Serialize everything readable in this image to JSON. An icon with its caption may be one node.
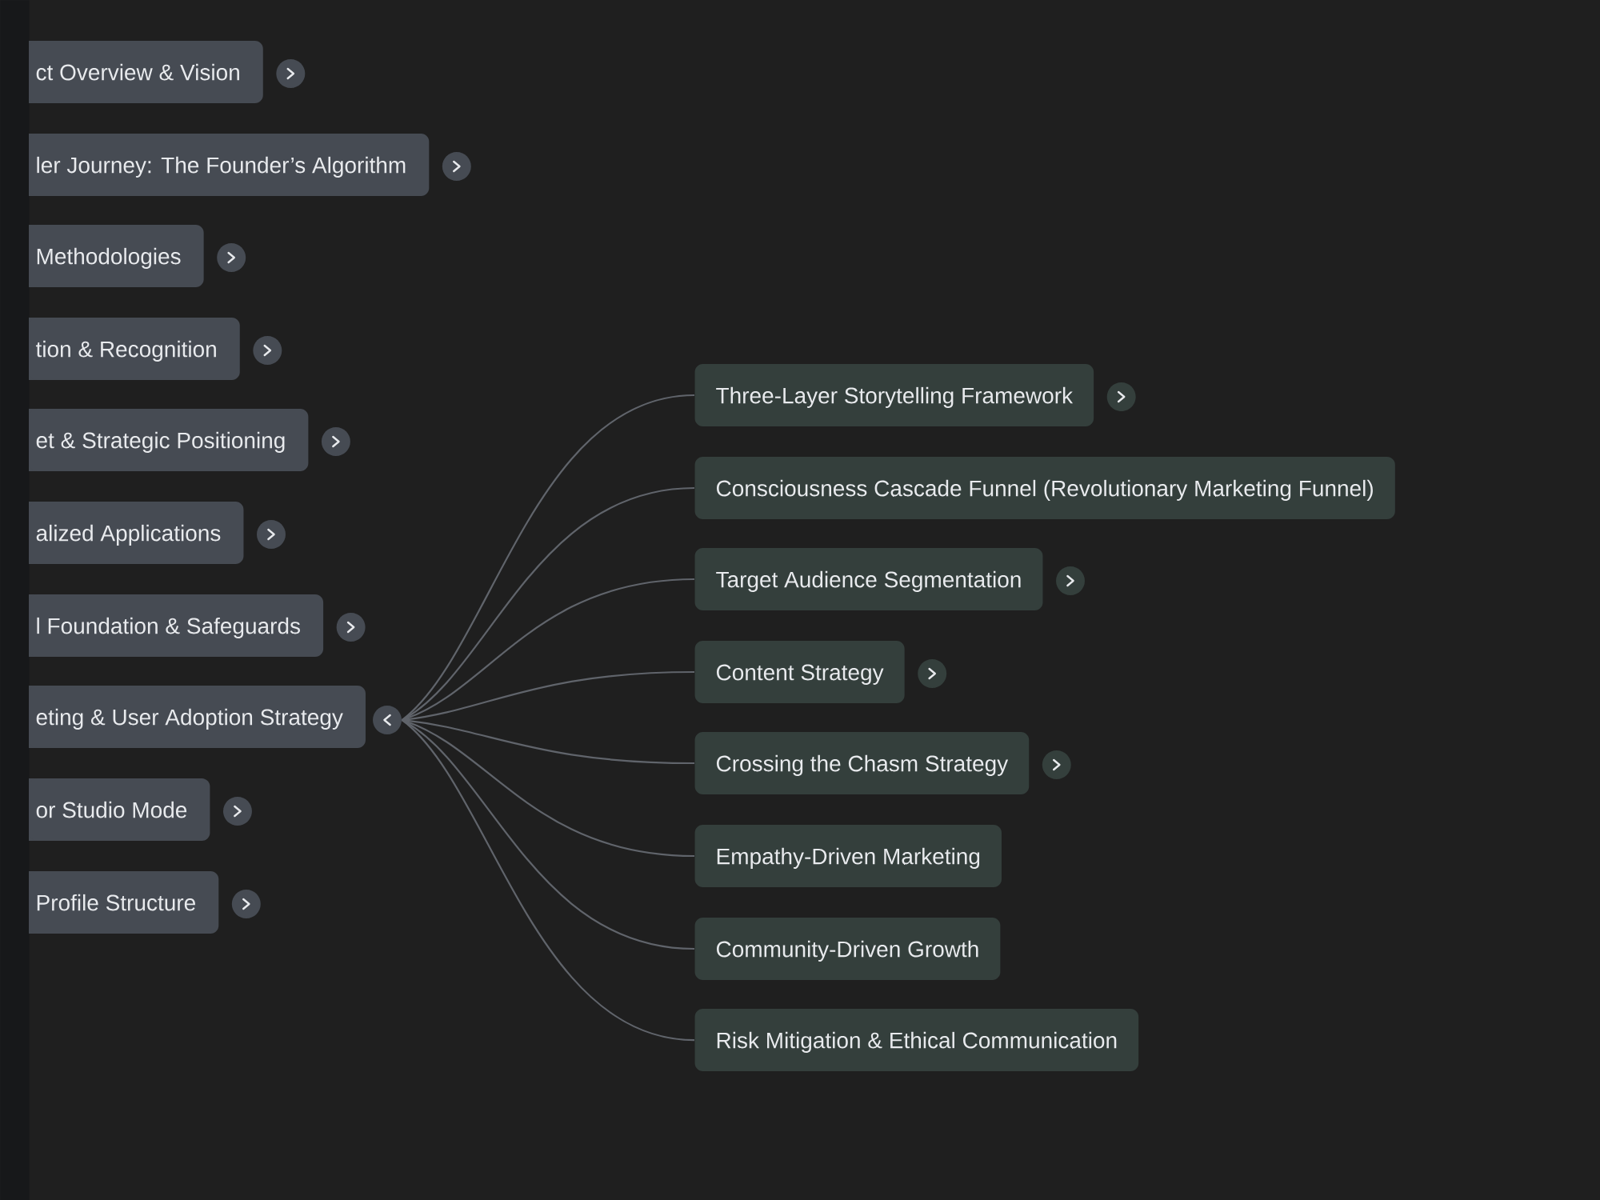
{
  "diagram": {
    "nodes": [
      {
        "text": [],
        "shape": "bar"
      },
      {
        "text": [
          "ct Overview & Vision"
        ]
      },
      {
        "text": [
          "ler Journey: The Founder’s Algorithm"
        ]
      },
      {
        "text": [
          "Methodologies"
        ]
      },
      {
        "text": [
          "tion & Recognition"
        ]
      },
      {
        "text": [
          "et & Strategic Positioning"
        ]
      },
      {
        "text": [
          "alized Applications"
        ]
      },
      {
        "text": [
          "l Foundation & Safeguards"
        ]
      },
      {
        "text": [
          "eting & User Adoption Strategy"
        ]
      },
      {
        "text": [
          "or Studio Mode"
        ]
      },
      {
        "text": [
          "Profile Structure"
        ]
      },
      {
        "text": [],
        "shape": "circle"
      },
      {
        "text": [
          "Three-Layer Storytelling Framework"
        ]
      },
      {
        "text": [
          "Consciousness Cascade Funnel (Revolutionary Marketing Funnel)"
        ]
      },
      {
        "text": [
          "Target Audience Segmentation"
        ]
      },
      {
        "text": [
          "Content Strategy"
        ]
      },
      {
        "text": [
          "Crossing the Chasm Strategy"
        ]
      },
      {
        "text": [
          "Empathy-Driven Marketing"
        ]
      },
      {
        "text": [
          "Community-Driven Growth"
        ]
      },
      {
        "text": [
          "Risk Mitigation & Ethical Communication"
        ]
      }
    ],
    "edges": [
      {
        "from": 11,
        "to": 12,
        "arrow": "none"
      },
      {
        "from": 11,
        "to": 13,
        "arrow": "none"
      },
      {
        "from": 11,
        "to": 14,
        "arrow": "none"
      },
      {
        "from": 11,
        "to": 15,
        "arrow": "none"
      },
      {
        "from": 11,
        "to": 16,
        "arrow": "none"
      },
      {
        "from": 11,
        "to": 17,
        "arrow": "none"
      },
      {
        "from": 11,
        "to": 18,
        "arrow": "none"
      },
      {
        "from": 11,
        "to": 19,
        "arrow": "none"
      }
    ]
  }
}
